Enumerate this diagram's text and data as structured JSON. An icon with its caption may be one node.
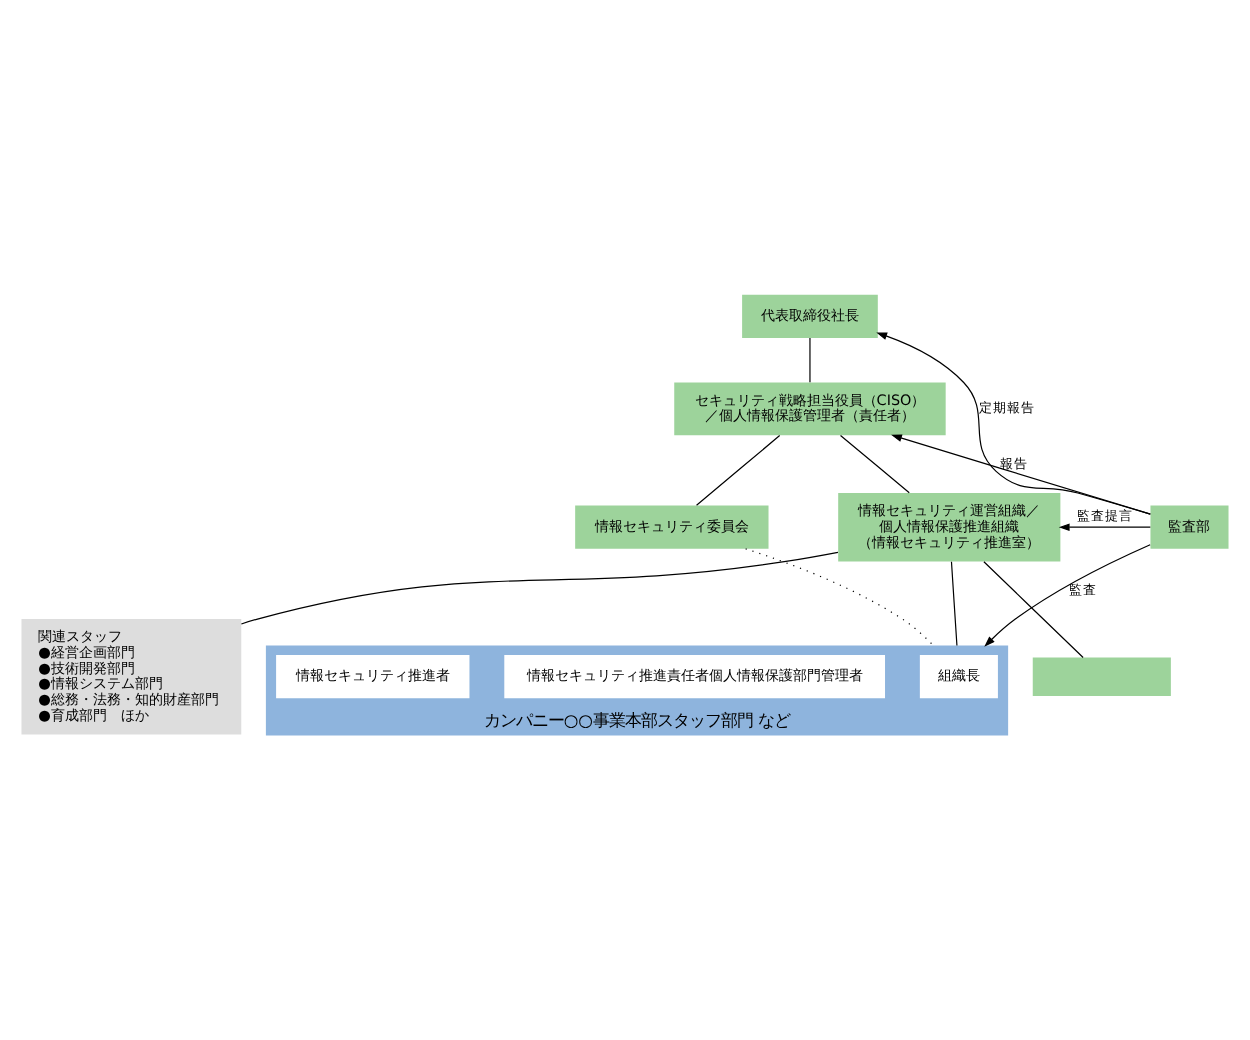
{
  "diagram": {
    "nodes": [
      {
        "text": [
          "代表取締役社長"
        ]
      },
      {
        "text": [
          "セキュリティ戦略担当役員（CISO）／個人情報保護管理者（責任者）"
        ]
      },
      {
        "text": [
          "情報セキュリティ委員会"
        ]
      },
      {
        "text": [
          "情報セキュリティ運営組織／個人情報保護推進組織",
          "（情報セキュリティ推進室）"
        ]
      },
      {
        "text": [
          "監査部"
        ]
      },
      {
        "text": [],
        "shape": "box"
      },
      {
        "text": [
          "関連スタッフ",
          "●経営企画部門",
          "●技術開発部門",
          "●情報システム部門",
          "●総務・法務・知的財産部門",
          "●育成部門　ほか"
        ]
      },
      {
        "text": [
          "カンパニー○○事業本部スタッフ部門 など"
        ]
      },
      {
        "text": [
          "組織長"
        ],
        "in": 7
      },
      {
        "text": [
          "情報セキュリティ推進責任者個人情報保護部門管理者"
        ],
        "in": 7
      },
      {
        "text": [
          "情報セキュリティ推進者"
        ],
        "in": 7
      }
    ],
    "edges": [
      {
        "from": 0,
        "to": 1,
        "arrow": "none"
      },
      {
        "from": 1,
        "to": 2,
        "arrow": "none"
      },
      {
        "from": 1,
        "to": 3,
        "arrow": "none"
      },
      {
        "from": 3,
        "to": 5,
        "arrow": "none"
      },
      {
        "from": 3,
        "to": 6,
        "arrow": "none"
      },
      {
        "from": 3,
        "to": 7,
        "arrow": "none"
      },
      {
        "from": 2,
        "to": 7,
        "arrow": "none",
        "style": "dashed"
      },
      {
        "from": 4,
        "to": 0,
        "arrow": "to",
        "label": "定期報告"
      },
      {
        "from": 4,
        "to": 1,
        "arrow": "to",
        "label": "報告"
      },
      {
        "from": 4,
        "to": 3,
        "arrow": "to",
        "label": "監査提言"
      },
      {
        "from": 4,
        "to": 7,
        "arrow": "to",
        "label": "監査"
      }
    ]
  }
}
